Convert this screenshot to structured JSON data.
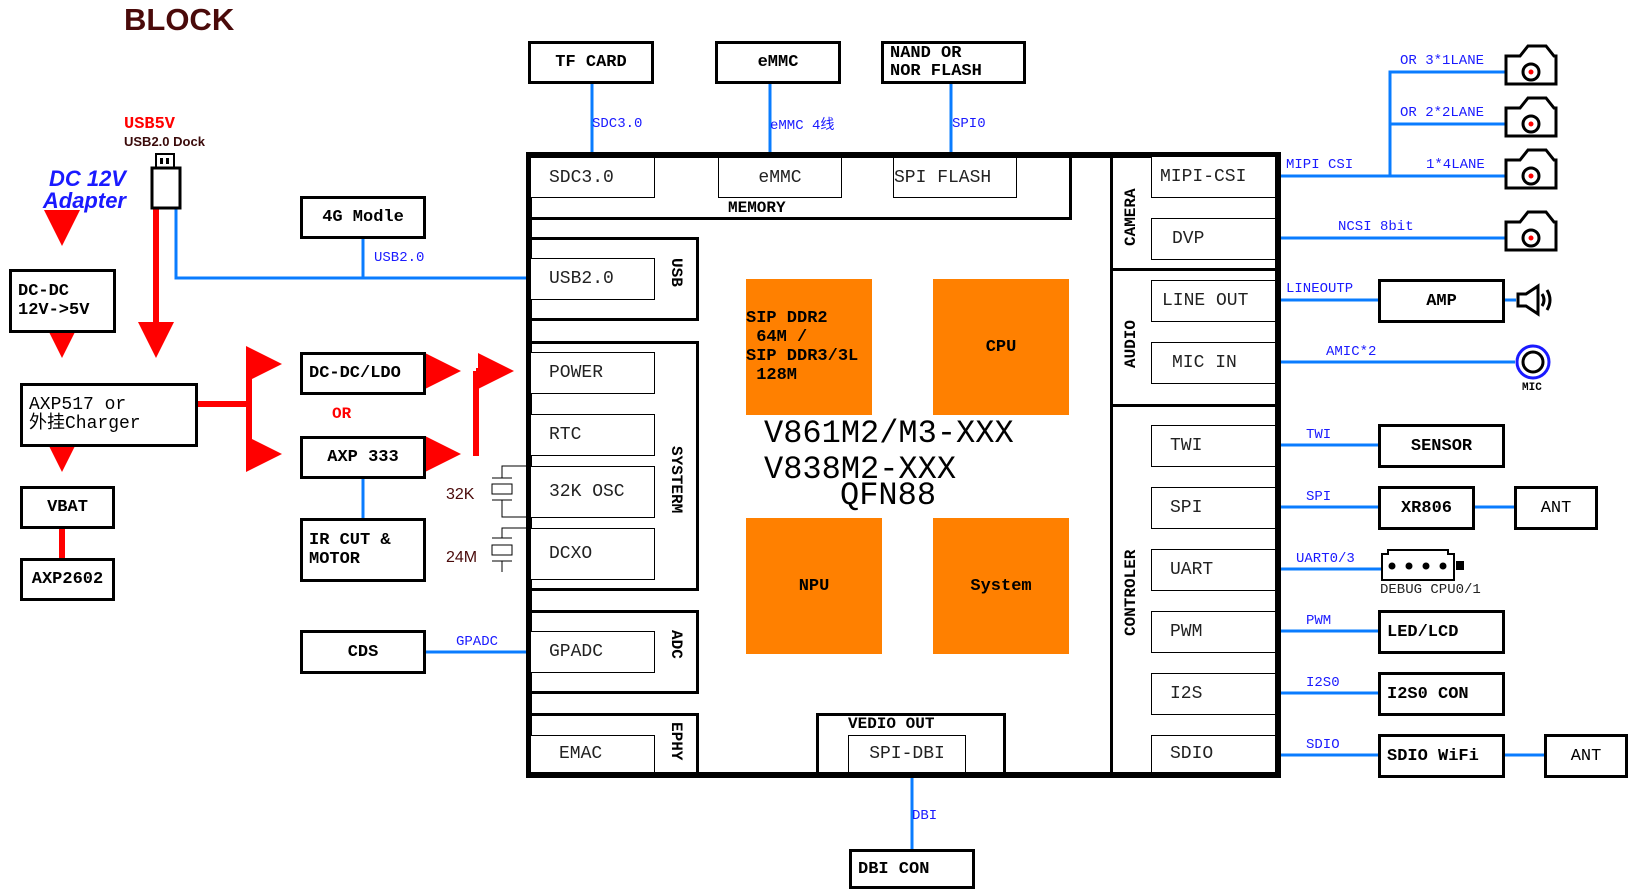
{
  "title": "BLOCK",
  "power": {
    "dc_adapter_line1": "DC 12V",
    "dc_adapter_line2": "Adapter",
    "usb5v": "USB5V",
    "usb_dock": "USB2.0 Dock",
    "dcdc_12_5": "DC-DC\n12V->5V",
    "charger": "AXP517 or\n外挂Charger",
    "vbat": "VBAT",
    "axp2602": "AXP2602",
    "dcdc_ldo": "DC-DC/LDO",
    "or_label": "OR",
    "axp333": "AXP 333",
    "ircut": "IR CUT &\nMOTOR"
  },
  "peripherals_left": {
    "modem": "4G Modle",
    "modem_signal": "USB2.0",
    "cds": "CDS",
    "cds_signal": "GPADC",
    "xtal_32k": "32K",
    "xtal_24m": "24M"
  },
  "memory_devices": {
    "tf_card": "TF CARD",
    "tf_signal": "SDC3.0",
    "emmc": "eMMC",
    "emmc_signal": "eMMC 4线",
    "nand": "NAND OR\nNOR FLASH",
    "nand_signal": "SPI0"
  },
  "soc": {
    "memory_group": "MEMORY",
    "memory_blocks": [
      "SDC3.0",
      "eMMC",
      "SPI FLASH"
    ],
    "usb_group": "USB",
    "usb_block": "USB2.0",
    "system_group": "SYSTERM",
    "system_blocks": [
      "POWER",
      "RTC",
      "32K OSC",
      "DCXO"
    ],
    "adc_group": "ADC",
    "adc_block": "GPADC",
    "ephy_group": "EPHY",
    "ephy_block": "EMAC",
    "video_group": "VEDIO OUT",
    "video_block": "SPI-DBI",
    "cores": [
      "SIP DDR2\n 64M /\nSIP DDR3/3L\n 128M",
      "CPU",
      "NPU",
      "System"
    ],
    "chip_line1": "V861M2/M3-XXX",
    "chip_line2": "V838M2-XXX",
    "chip_line3": "QFN88",
    "camera_group": "CAMERA",
    "camera_blocks": [
      "MIPI-CSI",
      "DVP"
    ],
    "audio_group": "AUDIO",
    "audio_blocks": [
      "LINE OUT",
      "MIC IN"
    ],
    "controller_group": "CONTROLER",
    "controller_blocks": [
      "TWI",
      "SPI",
      "UART",
      "PWM",
      "I2S",
      "SDIO"
    ]
  },
  "peripherals_right": {
    "mipi_signal": "MIPI CSI",
    "lane_labels": [
      "OR 3*1LANE",
      "OR 2*2LANE",
      "1*4LANE"
    ],
    "ncsi_signal": "NCSI 8bit",
    "lineout_signal": "LINEOUTP",
    "amp": "AMP",
    "amic_signal": "AMIC*2",
    "mic_label": "MIC",
    "twi_signal": "TWI",
    "sensor": "SENSOR",
    "spi_signal": "SPI",
    "xr806": "XR806",
    "ant1": "ANT",
    "uart_signal": "UART0/3",
    "debug_label": "DEBUG CPU0/1",
    "pwm_signal": "PWM",
    "ledlcd": "LED/LCD",
    "i2s_signal": "I2S0",
    "i2s_con": "I2S0 CON",
    "sdio_signal": "SDIO",
    "sdio_wifi": "SDIO WiFi",
    "ant2": "ANT"
  },
  "bottom": {
    "dbi_signal": "DBI",
    "dbi_con": "DBI CON"
  },
  "colors": {
    "power_line": "#ff0000",
    "signal_line": "#0a7cff",
    "core_fill": "#ff8000",
    "signal_text": "#1a1aff",
    "title": "#4a0a0a"
  }
}
